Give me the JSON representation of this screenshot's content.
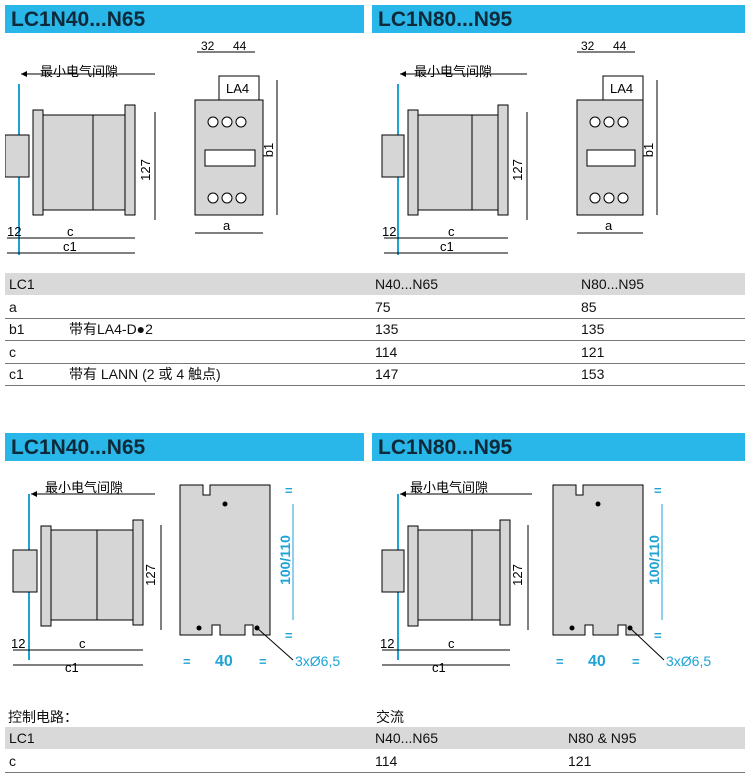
{
  "sections": [
    {
      "title": "LC1N40...N65"
    },
    {
      "title": "LC1N80...N95"
    },
    {
      "title": "LC1N40...N65"
    },
    {
      "title": "LC1N80...N95"
    }
  ],
  "figure_labels": {
    "clearance": "最小电气间隙",
    "la4": "LA4",
    "dim_32": "32",
    "dim_44": "44",
    "dim_127": "127",
    "dim_12": "12",
    "dim_c": "c",
    "dim_c1": "c1",
    "dim_a": "a",
    "dim_b1": "b1",
    "dim_100_110": "100/110",
    "dim_40": "40",
    "equal": "=",
    "holes": "3xØ6,5"
  },
  "table1": {
    "header": {
      "label": "LC1",
      "col1": "N40...N65",
      "col2": "N80...N95"
    },
    "rows": [
      {
        "label": "a",
        "note": "",
        "col1": "75",
        "col2": "85"
      },
      {
        "label": "b1",
        "note": "带有LA4-D●2",
        "col1": "135",
        "col2": "135"
      },
      {
        "label": "c",
        "note": "",
        "col1": "114",
        "col2": "121"
      },
      {
        "label": "c1",
        "note": "带有 LANN (2 或 4 触点)",
        "col1": "147",
        "col2": "153"
      }
    ]
  },
  "table2": {
    "caption_left": "控制电路：",
    "caption_right": "交流",
    "header": {
      "label": "LC1",
      "col1": "N40...N65",
      "col2": "N80 & N95"
    },
    "rows": [
      {
        "label": "c",
        "col1": "114",
        "col2": "121"
      }
    ]
  },
  "colors": {
    "header_bg": "#29b6e8",
    "accent": "#1fa3d6",
    "drawing_fill": "#d6d6d6",
    "table_shade": "#d9d9d9"
  }
}
